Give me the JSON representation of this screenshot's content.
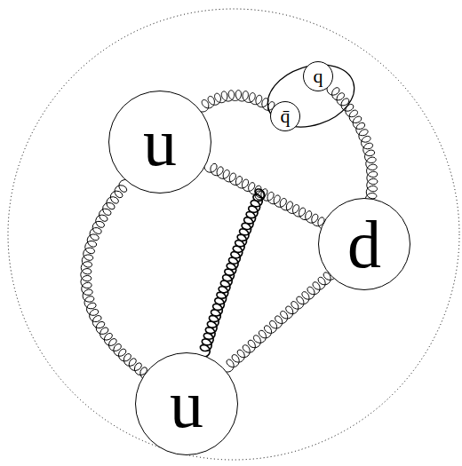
{
  "diagram": {
    "nodes": [
      {
        "text": [
          "u"
        ]
      },
      {
        "text": [
          "d"
        ]
      },
      {
        "text": [
          "u"
        ]
      },
      {
        "text": [
          "q"
        ]
      },
      {
        "text": [
          "q̄"
        ]
      }
    ],
    "edges": [
      {
        "from": 0,
        "to": 2,
        "arrow": "none"
      },
      {
        "from": 0,
        "to": 1,
        "arrow": "none"
      },
      {
        "from": 0,
        "to": 4,
        "arrow": "none"
      },
      {
        "from": 3,
        "to": 1,
        "arrow": "none"
      },
      {
        "from": 2,
        "to": 1,
        "arrow": "none"
      }
    ]
  }
}
